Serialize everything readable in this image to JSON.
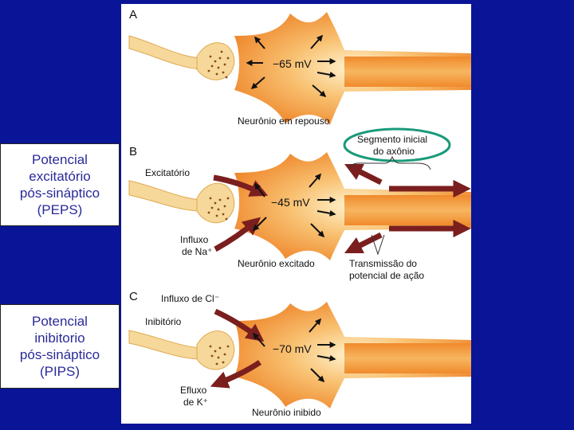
{
  "side_labels": {
    "peps": "Potencial\nexcitatório\npós-sináptico\n(PEPS)",
    "pips": "Potencial\ninibitorio\npós-sináptico\n(PIPS)"
  },
  "panels": {
    "a": {
      "letter": "A",
      "voltage": "−65 mV",
      "caption": "Neurônio em repouso"
    },
    "b": {
      "letter": "B",
      "voltage": "−45 mV",
      "caption": "Neurônio excitado",
      "synapse_label": "Excitatório",
      "influx_line1": "Influxo",
      "influx_line2": "de Na⁺",
      "axon_segment_line1": "Segmento inicial",
      "axon_segment_line2": "do axônio",
      "transmission_line1": "Transmissão do",
      "transmission_line2": "potencial de ação"
    },
    "c": {
      "letter": "C",
      "voltage": "−70 mV",
      "caption": "Neurônio inibido",
      "synapse_label": "Inibitório",
      "influx_label": "Influxo de Cl⁻",
      "efflux_line1": "Efluxo",
      "efflux_line2": "de K⁺"
    }
  },
  "colors": {
    "background": "#0a1496",
    "neuron_body": "#f08a2c",
    "neuron_core": "#fde7b0",
    "axon_terminal": "#f6d89a",
    "ion_arrow": "#7a1e1e",
    "highlight_ellipse": "#1a9a7a"
  }
}
